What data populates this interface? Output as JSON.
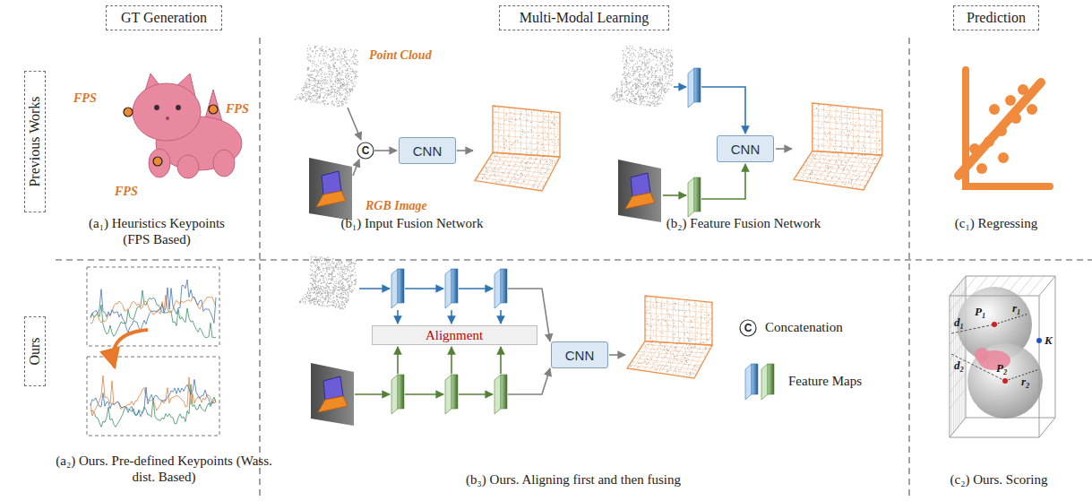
{
  "diagram": {
    "nodes": [
      {
        "text": [
          "GT Generation"
        ]
      },
      {
        "text": [
          "Multi-Modal Learning"
        ]
      },
      {
        "text": [
          "Prediction"
        ]
      },
      {
        "text": [
          "Previous Works"
        ]
      },
      {
        "text": [
          "CNN"
        ]
      },
      {
        "text": [
          "CNN"
        ]
      },
      {
        "text": [
          "Ours"
        ]
      },
      {
        "text": [
          "Alignment"
        ]
      },
      {
        "text": [
          "CNN"
        ]
      }
    ],
    "labels": [
      "FPS",
      "FPS",
      "FPS",
      "Point Cloud",
      "C",
      "RGB Image",
      "(a₁) Heuristics Keypoints (FPS Based)",
      "(b₁) Input Fusion Network",
      "(b₂) Feature Fusion Network",
      "(c₁) Regressing",
      "C",
      "P₁",
      "r₁",
      "d₁",
      "P₂",
      "r₂",
      "d₂",
      "K",
      "(a₂) Ours. Pre-defined Keypoints (Wass. dist. Based)",
      "(b₃) Ours. Aligning first and then fusing",
      "(c₂) Ours. Scoring"
    ],
    "legend": [
      {
        "text": "Concatenation"
      },
      {
        "text": "Feature Maps"
      }
    ]
  }
}
